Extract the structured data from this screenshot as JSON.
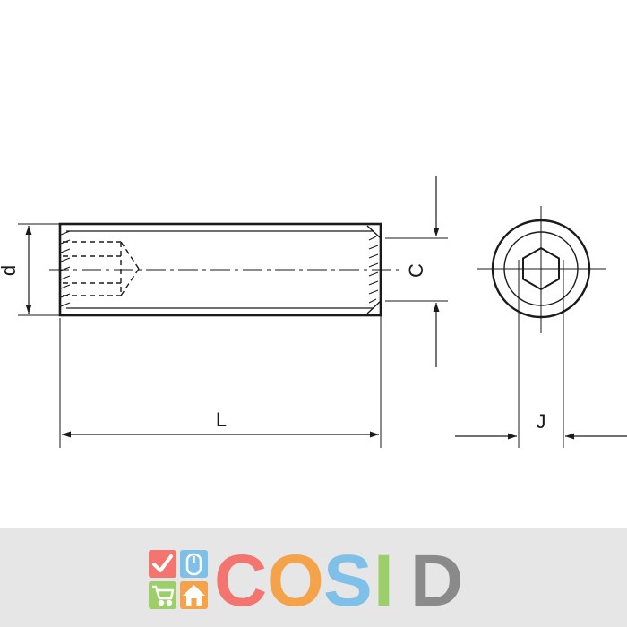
{
  "drawing": {
    "labels": {
      "diameter": "d",
      "length": "L",
      "cone": "C",
      "hex_socket": "J"
    }
  },
  "brand": {
    "letters": [
      "C",
      "O",
      "S",
      "I",
      "D"
    ],
    "colors": {
      "C": "#f4756f",
      "O": "#f4a34a",
      "S": "#7fc0e8",
      "I": "#9ccf6a",
      "D": "#8a8a8a"
    },
    "logo_tiles": {
      "top_left": "#f4756f",
      "top_right": "#7fc0e8",
      "bottom_left": "#9ccf6a",
      "bottom_right": "#f4a34a"
    },
    "logo_icons": [
      "check-icon",
      "mouse-icon",
      "cart-icon",
      "home-icon"
    ]
  }
}
